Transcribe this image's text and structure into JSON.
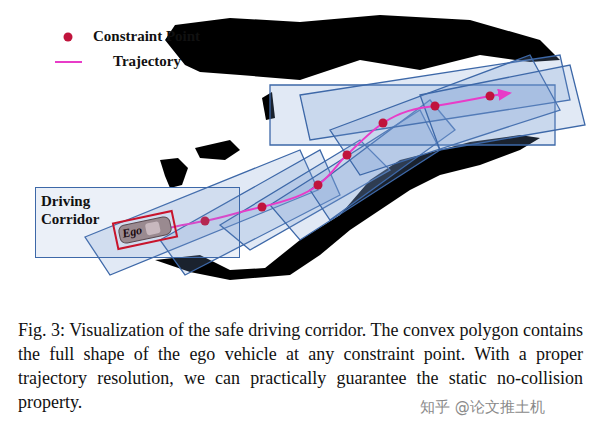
{
  "diagram": {
    "caption": "Fig. 3: Visualization of the safe driving corridor. The convex polygon contains the full shape of the ego vehicle at any constraint point. With a proper trajectory resolution, we can practically guarantee the static no-collision property.",
    "nodes": [
      {
        "text": [
          "Driving Corridor"
        ]
      },
      {
        "text": [
          "Ego"
        ],
        "in": 0
      }
    ],
    "edges": [],
    "labels": [
      "知乎 @论文推土机"
    ],
    "legend": [
      {
        "text": "Constraint Point"
      },
      {
        "text": "Trajectory"
      }
    ]
  }
}
